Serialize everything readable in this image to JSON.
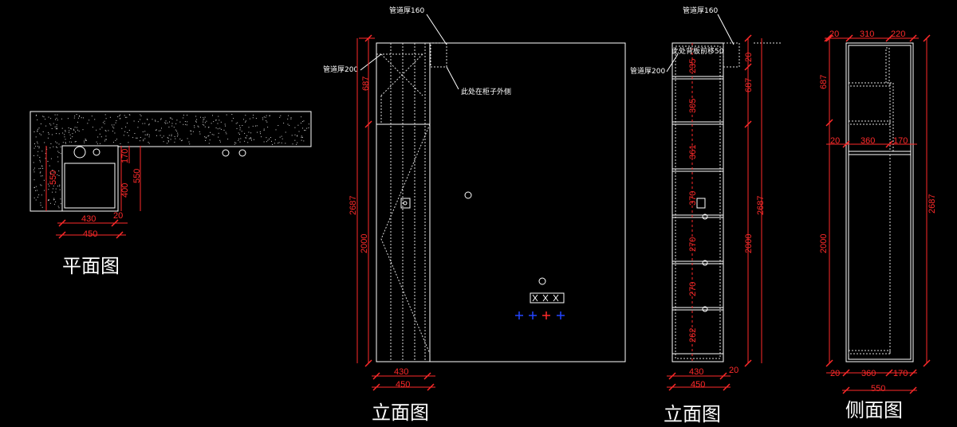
{
  "titles": {
    "plan": "平面图",
    "elevation_front": "立面图",
    "elevation_section": "立面图",
    "side": "侧面图"
  },
  "plan": {
    "dims": {
      "w430": "430",
      "w20": "20",
      "w450": "450",
      "h550_left": "550",
      "h170": "170",
      "h400": "400",
      "h550_right": "550"
    }
  },
  "front": {
    "notes": {
      "pipe160": "管道厚160",
      "pipe200": "管道厚200",
      "here_outside": "此处在柜子外侧"
    },
    "dims": {
      "h687": "687",
      "h2687": "2687",
      "h2000": "2000",
      "w430": "430",
      "w450": "450"
    }
  },
  "section": {
    "notes": {
      "pipe160": "管道厚160",
      "pipe200": "管道厚200",
      "backboard": "此处背板前移50"
    },
    "dims": {
      "r20": "20",
      "r687": "687",
      "r2687": "2687",
      "r2000": "2000",
      "in235": "235",
      "in305": "305",
      "in361": "361",
      "in370": "370",
      "in270a": "270",
      "in270b": "270",
      "in262": "262",
      "w430": "430",
      "w20": "20",
      "w450": "450"
    }
  },
  "side": {
    "dims": {
      "t20": "20",
      "t310": "310",
      "t220": "220",
      "m20": "20",
      "m360": "360",
      "m170": "170",
      "b20": "20",
      "b360": "360",
      "b170": "170",
      "b550": "550",
      "l687": "687",
      "l2000": "2000",
      "r2687": "2687"
    }
  }
}
